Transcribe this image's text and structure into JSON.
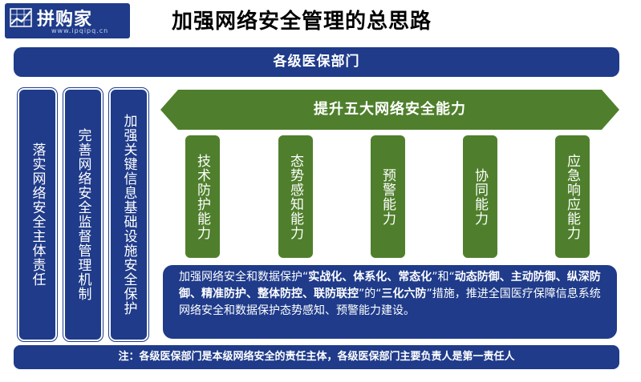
{
  "logo": {
    "brand": "拼购家",
    "url": "www.ipqipq.cn"
  },
  "title": "加强网络安全管理的总思路",
  "top_bar": "各级医保部门",
  "columns": [
    "落实网络安全主体责任",
    "完善网络安全监督管理机制",
    "加强关键信息基础设施安全保护"
  ],
  "banner": "提升五大网络安全能力",
  "capabilities": [
    "技术防护能力",
    "态势感知能力",
    "预警能力",
    "协同能力",
    "应急响应能力"
  ],
  "description": {
    "p1": "加强网络安全和数据保护“",
    "b1": "实战化、体系化、常态化",
    "p2": "”和“",
    "b2": "动态防御、主动防御、纵深防御、精准防护、整体防控、联防联控",
    "p3": "”的“",
    "b3": "三化六防",
    "p4": "”措施，推进全国医疗保障信息系统网络安全和数据保护态势感知、预警能力建设。"
  },
  "note": "注：各级医保部门是本级网络安全的责任主体，各级医保部门主要负责人是第一责任人",
  "colors": {
    "navy": "#1f3b8a",
    "green": "#4f7f2c"
  }
}
